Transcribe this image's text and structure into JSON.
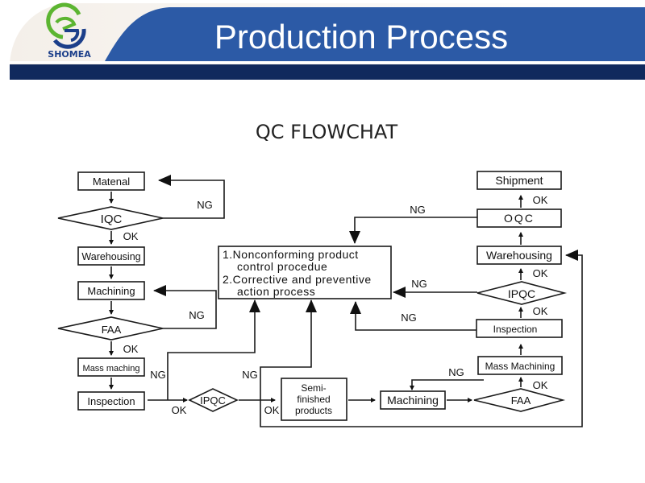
{
  "header": {
    "title": "Production Process",
    "logo_text": "SHOMEA",
    "colors": {
      "banner_blue": "#2c5aa6",
      "banner_dark": "#0f2a5e",
      "logo_green": "#5cb531",
      "logo_navy": "#1c3f8a"
    }
  },
  "diagram": {
    "title": "QC FLOWCHAT",
    "left_column": {
      "material": "Matenal",
      "iqc": "IQC",
      "ok1": "OK",
      "warehousing": "Warehousing",
      "machining": "Machining",
      "faa": "FAA",
      "ok2": "OK",
      "mass_maching": "Mass maching",
      "inspection": "Inspection"
    },
    "center": {
      "line1": "1.Nonconforming product",
      "line2": "control procedue",
      "line3": "2.Corrective and preventive",
      "line4": "action process"
    },
    "right_column": {
      "shipment": "Shipment",
      "ok_shipment": "OK",
      "oqc": "OQC",
      "warehousing": "Warehousing",
      "ok_warehousing": "OK",
      "ipqc": "IPQC",
      "ok_ipqc": "OK",
      "inspection": "Inspection",
      "mass_machining": "Mass Machining",
      "ok_mass": "OK",
      "faa": "FAA"
    },
    "bottom_row": {
      "ipqc": "IPQC",
      "ok_left": "OK",
      "ok_right": "OK",
      "semi_line1": "Semi-",
      "semi_line2": "finished",
      "semi_line3": "products",
      "machining": "Machining"
    },
    "ng_labels": {
      "iqc": "NG",
      "faa_left": "NG",
      "inspection_left": "NG",
      "ipqc_bottom": "NG",
      "oqc": "NG",
      "ipqc_right": "NG",
      "inspection_right": "NG",
      "faa_right": "NG"
    }
  }
}
